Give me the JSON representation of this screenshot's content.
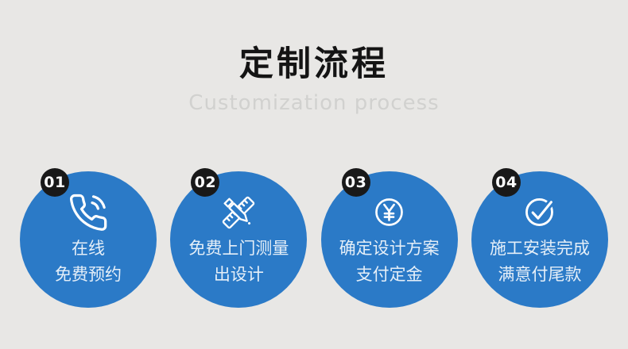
{
  "header": {
    "title": "定制流程",
    "subtitle": "Customization process"
  },
  "steps": [
    {
      "number": "01",
      "icon": "phone-icon",
      "line1": "在线",
      "line2": "免费预约"
    },
    {
      "number": "02",
      "icon": "ruler-pencil-icon",
      "line1": "免费上门测量",
      "line2": "出设计"
    },
    {
      "number": "03",
      "icon": "yuan-coin-icon",
      "line1": "确定设计方案",
      "line2": "支付定金"
    },
    {
      "number": "04",
      "icon": "check-circle-icon",
      "line1": "施工安装完成",
      "line2": "满意付尾款"
    }
  ],
  "colors": {
    "background": "#e8e7e5",
    "circle_blue": "#2b7ac7",
    "badge_black": "#191919",
    "title_black": "#141414",
    "subtitle_gray": "#d1d1cf",
    "icon_white": "#ffffff"
  }
}
